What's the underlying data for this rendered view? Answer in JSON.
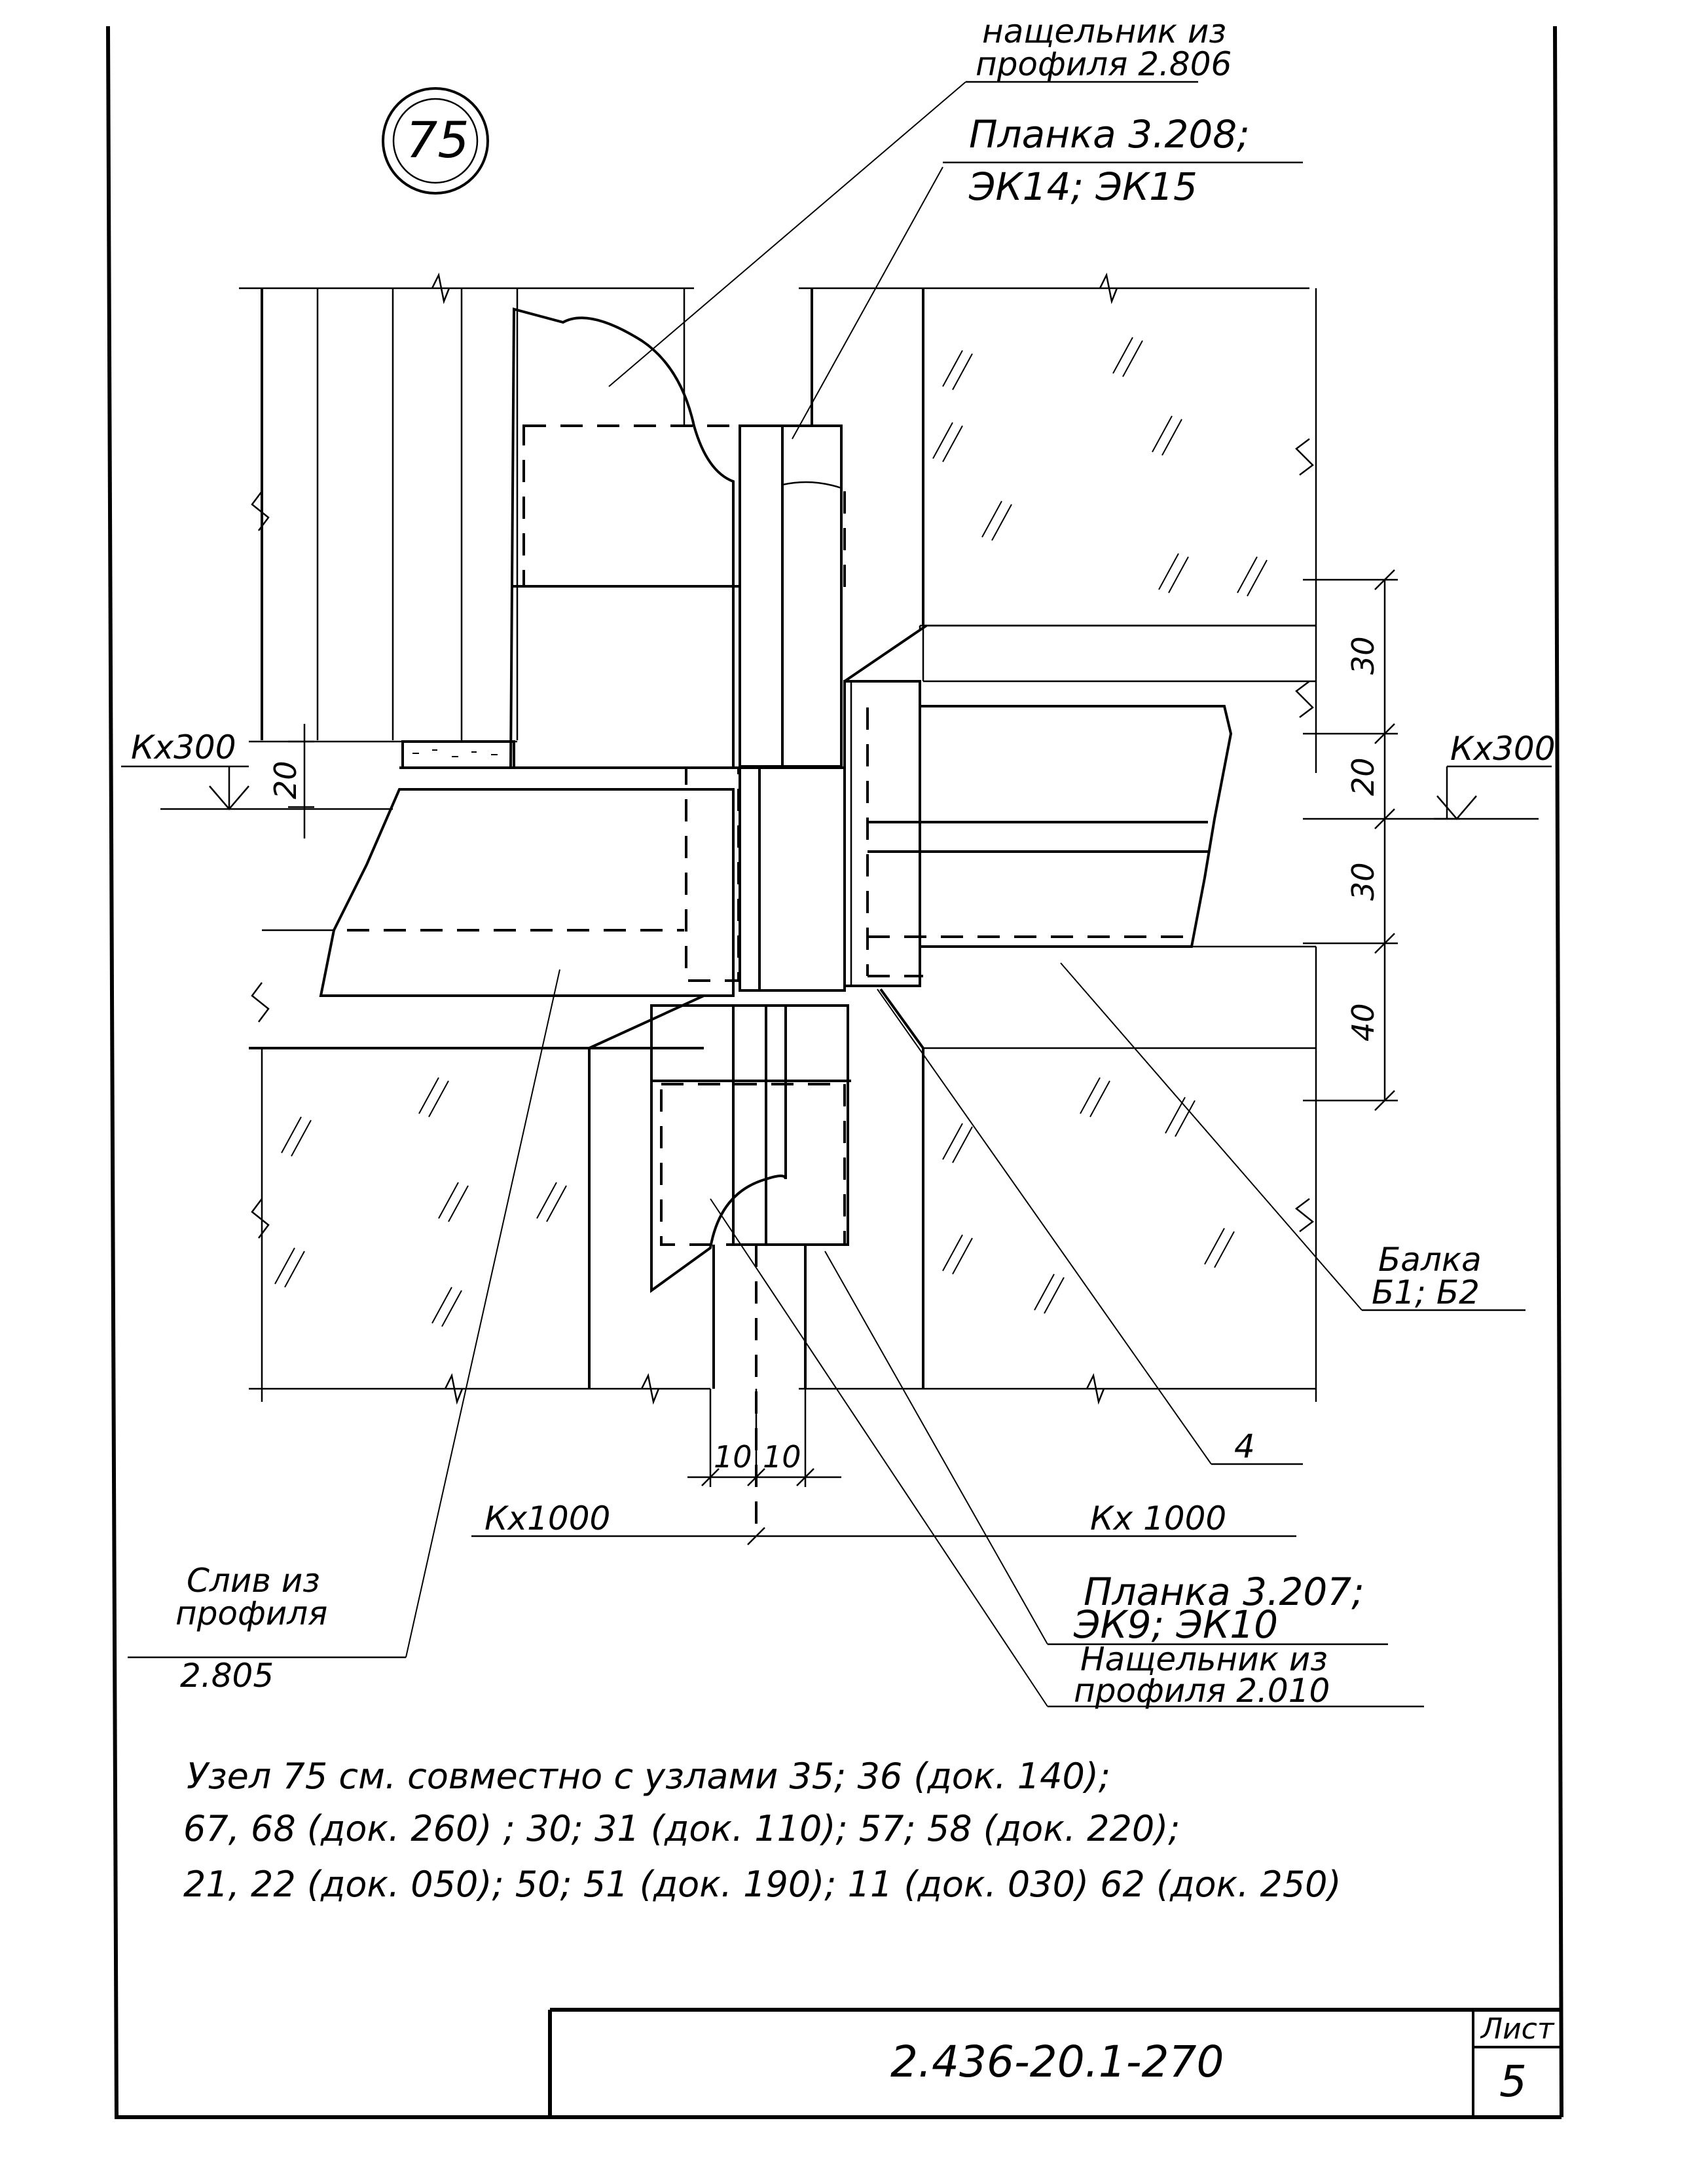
{
  "node": {
    "number": "75"
  },
  "labels": {
    "flashing_top_1": "нащельник из",
    "flashing_top_2": "профиля 2.806",
    "plate_top_1": "Планка 3.208;",
    "plate_top_2": "ЭК14; ЭК15",
    "beam_1": "Балка",
    "beam_2": "Б1; Б2",
    "item_4": "4",
    "plate_bottom_1": "Планка 3.207;",
    "plate_bottom_2": "ЭК9; ЭК10",
    "flashing_bottom_1": "Нащельник из",
    "flashing_bottom_2": "профиля 2.010",
    "drip_1": "Слив из",
    "drip_2": "профиля",
    "drip_3": "2.805"
  },
  "dimensions": {
    "level_left": "Кх300",
    "level_right": "Кх300",
    "d20_left": "20",
    "d30_top": "30",
    "d20_right": "20",
    "d30_mid": "30",
    "d40": "40",
    "d10_a": "10",
    "d10_b": "10",
    "axis_left": "Кх1000",
    "axis_right": "Кх 1000"
  },
  "notes": {
    "line1": "Узел 75 см. совместно с узлами 35; 36 (док. 140);",
    "line2": "67, 68 (док. 260) ; 30; 31 (док. 110); 57; 58 (док. 220);",
    "line3": "21, 22 (док. 050); 50; 51 (док. 190); 11 (док. 030) 62 (док. 250)"
  },
  "title_block": {
    "code": "2.436-20.1-270",
    "sheet_label": "Лист",
    "sheet_no": "5"
  }
}
